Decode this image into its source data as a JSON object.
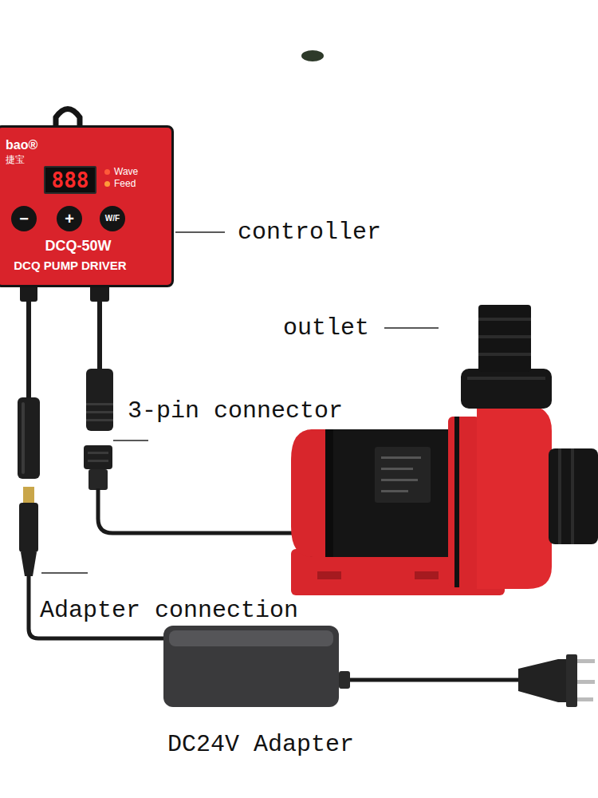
{
  "diagram": {
    "nodes": [
      {
        "text": [
          "bao®",
          "捷宝",
          "Wave",
          "Feed",
          "DCQ-50W",
          "DCQ PUMP DRIVER"
        ]
      },
      {
        "text": [
          "888"
        ],
        "in": 0
      },
      {
        "text": [
          "−"
        ],
        "in": 0
      },
      {
        "text": [
          "+"
        ],
        "in": 0
      },
      {
        "text": [
          "W/F"
        ],
        "in": 0
      }
    ],
    "labels": [
      "controller",
      "outlet",
      "3-pin connector",
      "Adapter connection",
      "DC24V Adapter"
    ]
  }
}
